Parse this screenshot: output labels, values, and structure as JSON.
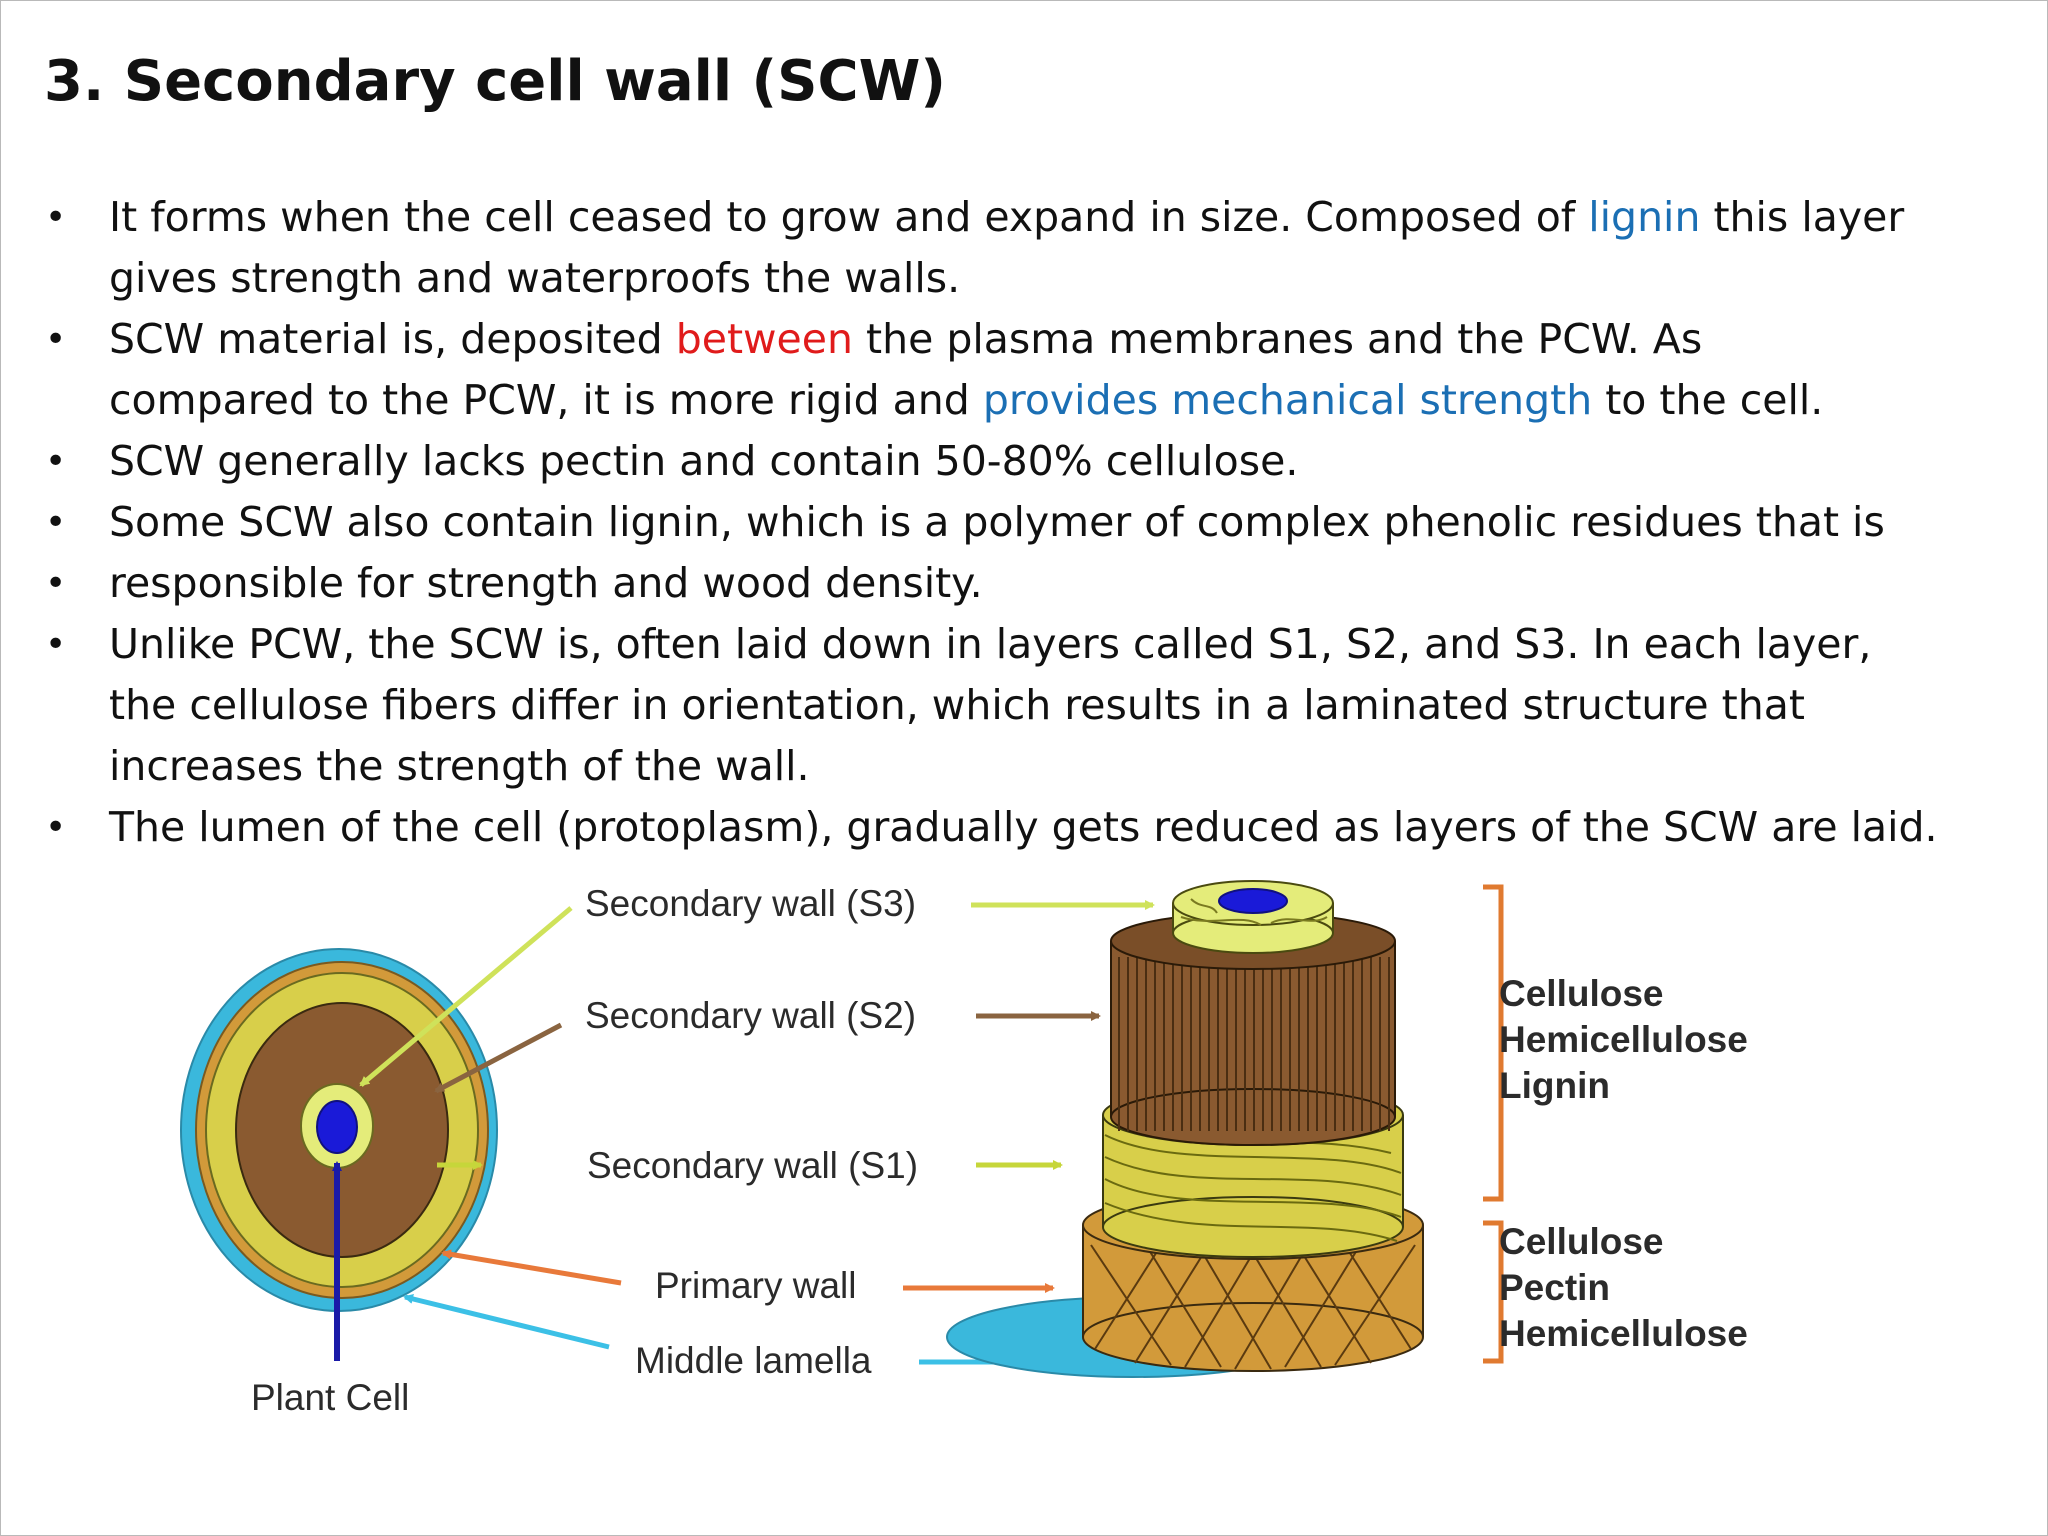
{
  "title": "3. Secondary cell wall (SCW)",
  "bullets": [
    {
      "lines": [
        [
          {
            "text": "It forms when the cell ceased to grow and expand in size. Composed of "
          },
          {
            "text": "lignin",
            "color": "blue"
          },
          {
            "text": " this layer"
          }
        ],
        [
          {
            "text": "gives strength and waterproofs the walls."
          }
        ]
      ]
    },
    {
      "lines": [
        [
          {
            "text": "SCW material is, deposited "
          },
          {
            "text": "between",
            "color": "red"
          },
          {
            "text": " the plasma membranes and the PCW. As"
          }
        ],
        [
          {
            "text": "compared to the PCW, it is more rigid and "
          },
          {
            "text": "provides  mechanical strength",
            "color": "blue"
          },
          {
            "text": " to the cell."
          }
        ]
      ]
    },
    {
      "lines": [
        [
          {
            "text": "SCW generally lacks pectin and contain 50-80% cellulose."
          }
        ]
      ]
    },
    {
      "lines": [
        [
          {
            "text": "Some SCW also contain lignin, which is a polymer of complex phenolic residues that is"
          }
        ]
      ]
    },
    {
      "lines": [
        [
          {
            "text": "responsible for strength and wood density."
          }
        ]
      ]
    },
    {
      "lines": [
        [
          {
            "text": "Unlike PCW, the SCW is, often laid down in layers called S1, S2, and S3. In each layer,"
          }
        ],
        [
          {
            "text": "the cellulose fibers differ in orientation, which results in a laminated structure that"
          }
        ],
        [
          {
            "text": "increases the strength of the wall."
          }
        ]
      ]
    },
    {
      "lines": [
        [
          {
            "text": "The lumen of the cell (protoplasm), gradually gets reduced as layers of the SCW are laid."
          }
        ]
      ]
    }
  ],
  "text_colors": {
    "blue": "#1b6fb4",
    "red": "#e01b1b"
  },
  "figure": {
    "wall_labels": {
      "s3": "Secondary wall (S3)",
      "s2": "Secondary wall (S2)",
      "s1": "Secondary wall (S1)",
      "primary": "Primary wall",
      "middle_lamella": "Middle lamella"
    },
    "plant_cell_label": "Plant Cell",
    "secondary_components": [
      "Cellulose",
      "Hemicellulose",
      "Lignin"
    ],
    "primary_components": [
      "Cellulose",
      "Pectin",
      "Hemicellulose"
    ],
    "layer_colors": {
      "s3": "#e4ec7a",
      "s2": "#8a5a30",
      "s1": "#d8cf4a",
      "primary": "#d29a3a",
      "middle_lamella": "#3ab8dc",
      "lumen": "#1a1ad8",
      "pointer": "#1a1aa8",
      "bracket": "#e07a30"
    }
  }
}
